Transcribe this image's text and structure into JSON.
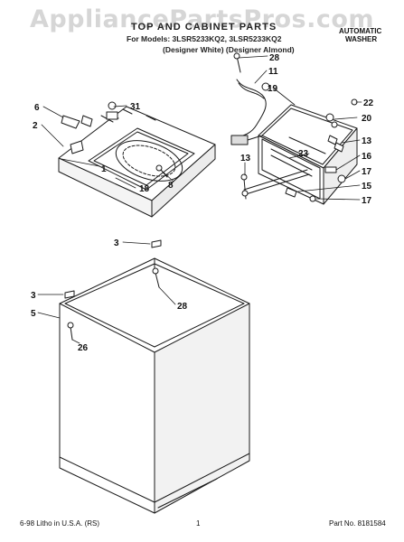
{
  "watermark": "AppliancePartsPros.com",
  "header": {
    "title": "TOP AND CABINET PARTS",
    "models": "For Models: 3LSR5233KQ2, 3LSR5233KQ2",
    "variants": "(Designer White) (Designer Almond)",
    "product_line1": "AUTOMATIC",
    "product_line2": "WASHER"
  },
  "footer": {
    "litho": "6-98 Litho in U.S.A. (RS)",
    "page": "1",
    "part_no": "Part No. 8181584"
  },
  "callouts": {
    "c1": "1",
    "c2": "2",
    "c3a": "3",
    "c3b": "3",
    "c5": "5",
    "c6": "6",
    "c8": "8",
    "c11": "11",
    "c13a": "13",
    "c13b": "13",
    "c15": "15",
    "c16": "16",
    "c17a": "17",
    "c17b": "17",
    "c18": "18",
    "c19": "19",
    "c20": "20",
    "c22": "22",
    "c23": "23",
    "c26": "26",
    "c28a": "28",
    "c28b": "28",
    "c31": "31"
  },
  "colors": {
    "line": "#1a1a1a",
    "watermark": "#d6d6d6"
  }
}
